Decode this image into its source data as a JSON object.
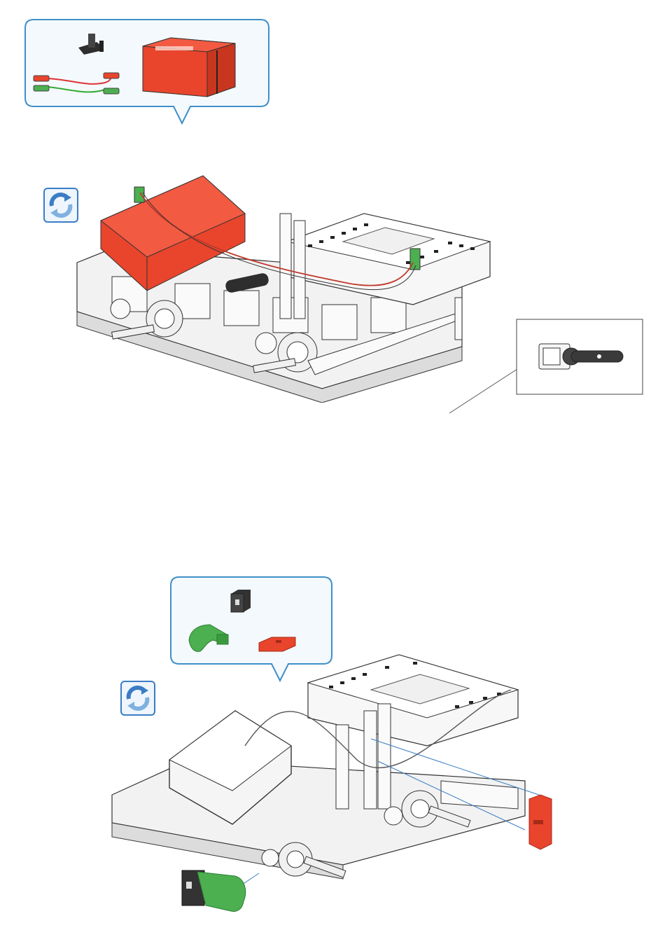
{
  "page": {
    "background": "#ffffff",
    "callout_border": "#3f8fc8",
    "part_red": "#e8452c",
    "part_green": "#4caf50",
    "part_black": "#333333",
    "rotate_icon_color": "#3b7dc4"
  },
  "step1": {
    "parts_callout": {
      "parts": [
        {
          "name": "lever-bracket",
          "color": "#333333"
        },
        {
          "name": "cable-red-green",
          "color": "#e8452c"
        },
        {
          "name": "battery-box",
          "color": "#e8452c"
        }
      ]
    },
    "rotate_icon": "rotate-icon",
    "zoom_detail": {
      "icon": "lever-detail"
    }
  },
  "step2": {
    "parts_callout": {
      "parts": [
        {
          "name": "black-block",
          "color": "#333333"
        },
        {
          "name": "green-clip",
          "color": "#4caf50"
        },
        {
          "name": "red-plate",
          "color": "#e8452c"
        }
      ]
    },
    "rotate_icon": "rotate-icon"
  }
}
